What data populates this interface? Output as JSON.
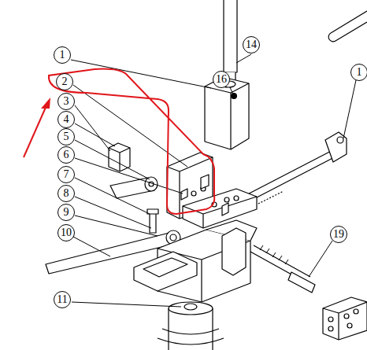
{
  "diagram": {
    "labels": [
      "1",
      "2",
      "3",
      "4",
      "5",
      "6",
      "7",
      "8",
      "9",
      "10",
      "11",
      "14",
      "16",
      "1",
      "19"
    ]
  }
}
